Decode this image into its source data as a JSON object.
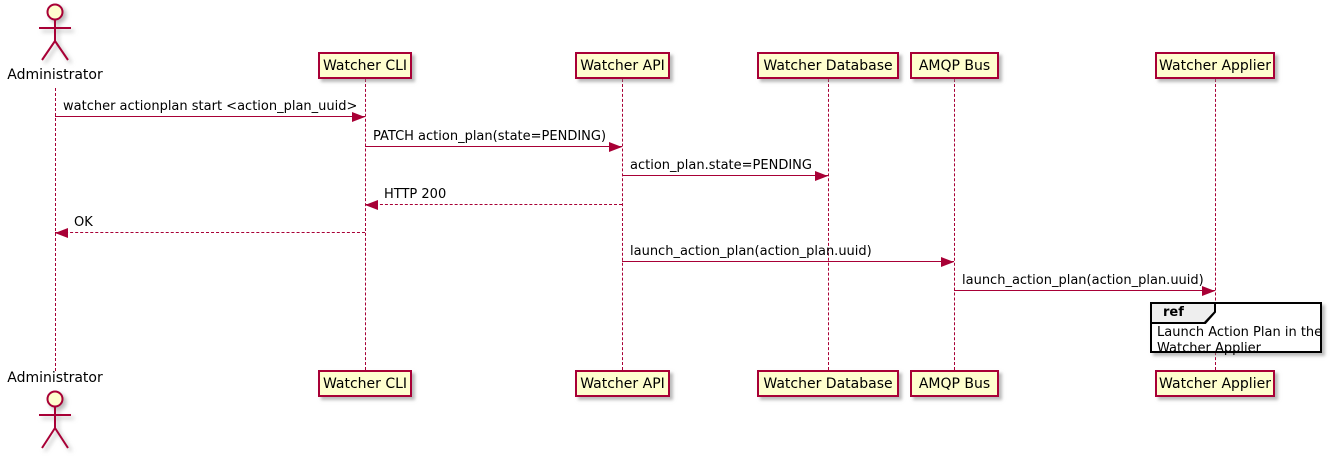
{
  "diagram": {
    "type": "uml-sequence",
    "participants": [
      {
        "name": "Administrator",
        "kind": "actor"
      },
      {
        "name": "Watcher CLI",
        "kind": "participant"
      },
      {
        "name": "Watcher API",
        "kind": "participant"
      },
      {
        "name": "Watcher Database",
        "kind": "participant"
      },
      {
        "name": "AMQP Bus",
        "kind": "participant"
      },
      {
        "name": "Watcher Applier",
        "kind": "participant"
      }
    ],
    "messages": [
      {
        "from": "Administrator",
        "to": "Watcher CLI",
        "label": "watcher actionplan start <action_plan_uuid>",
        "line": "solid",
        "direction": "right"
      },
      {
        "from": "Watcher CLI",
        "to": "Watcher API",
        "label": "PATCH action_plan(state=PENDING)",
        "line": "solid",
        "direction": "right"
      },
      {
        "from": "Watcher API",
        "to": "Watcher Database",
        "label": "action_plan.state=PENDING",
        "line": "solid",
        "direction": "right"
      },
      {
        "from": "Watcher API",
        "to": "Watcher CLI",
        "label": "HTTP 200",
        "line": "dashed",
        "direction": "left"
      },
      {
        "from": "Watcher CLI",
        "to": "Administrator",
        "label": "OK",
        "line": "dashed",
        "direction": "left"
      },
      {
        "from": "Watcher API",
        "to": "AMQP Bus",
        "label": "launch_action_plan(action_plan.uuid)",
        "line": "solid",
        "direction": "right"
      },
      {
        "from": "AMQP Bus",
        "to": "Watcher Applier",
        "label": "launch_action_plan(action_plan.uuid)",
        "line": "solid",
        "direction": "right"
      }
    ],
    "ref": {
      "keyword": "ref",
      "over": "Watcher Applier",
      "lines": [
        "Launch Action Plan in the",
        "Watcher Applier"
      ]
    },
    "colors": {
      "participant_fill": "#FEFECE",
      "border": "#A80036",
      "arrow": "#A80036",
      "lifeline": "#A80036",
      "ref_border": "#000000",
      "ref_header_fill": "#EEEEEE",
      "background": "#FFFFFF",
      "text": "#000000"
    }
  }
}
